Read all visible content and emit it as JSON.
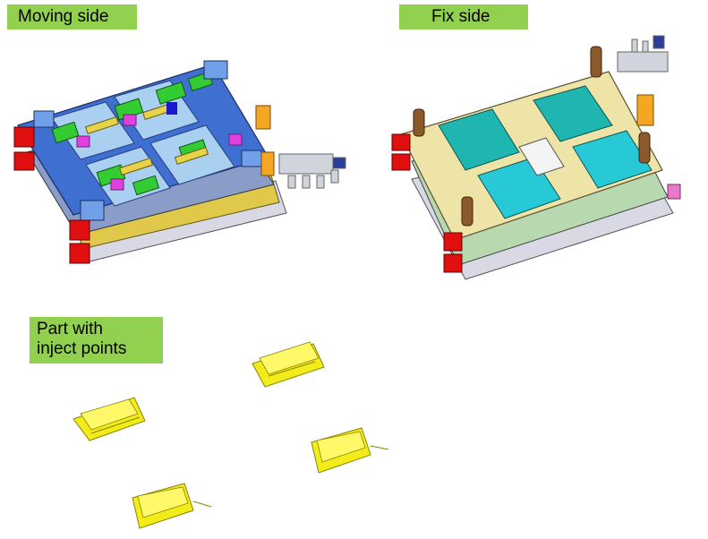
{
  "labels": {
    "moving_side": "Moving side",
    "fix_side": "Fix side",
    "part_line1": "Part with",
    "part_line2": "inject points"
  },
  "colors": {
    "label_bg": "#92d050",
    "mold_blue": "#3f6fd0",
    "mold_green": "#33cc33",
    "mold_magenta": "#e040e0",
    "mold_yellow": "#e8d24a",
    "mold_red": "#e01010",
    "mold_cream": "#efe4a8",
    "mold_teal": "#1fb5b0",
    "mold_orange": "#f5a623",
    "part_yellow": "#f2ec1a"
  }
}
